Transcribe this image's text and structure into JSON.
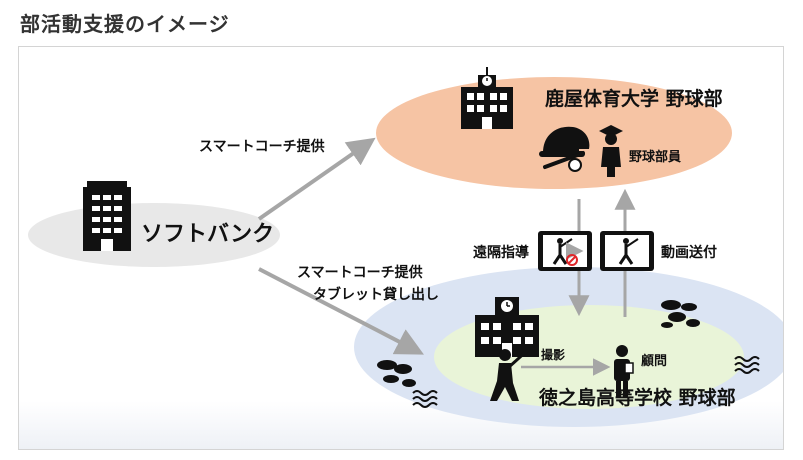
{
  "title": "部活動支援のイメージ",
  "nodes": {
    "softbank": "ソフトバンク",
    "university": "鹿屋体育大学 野球部",
    "university_member": "野球部員",
    "highschool": "徳之島高等学校 野球部",
    "coach": "顧問"
  },
  "edges": {
    "to_university": "スマートコーチ提供",
    "to_highschool_line1": "スマートコーチ提供",
    "to_highschool_line2": "タブレット貸し出し",
    "remote_coaching": "遠隔指導",
    "video_send": "動画送付",
    "filming": "撮影"
  },
  "colors": {
    "university_ellipse": "#f6c4a4",
    "highschool_outer": "#dbe4f3",
    "highschool_inner": "#e9f4d8",
    "softbank_shadow": "#e8e8e8",
    "arrow": "#a6a6a6",
    "icon": "#111111",
    "accent_red": "#e0262a"
  },
  "icons": [
    "building-icon",
    "university-building-icon",
    "baseball-helmet-icon",
    "student-icon",
    "tablet-icon",
    "school-building-icon",
    "batter-icon",
    "teacher-icon",
    "stones-icon",
    "waves-icon"
  ]
}
